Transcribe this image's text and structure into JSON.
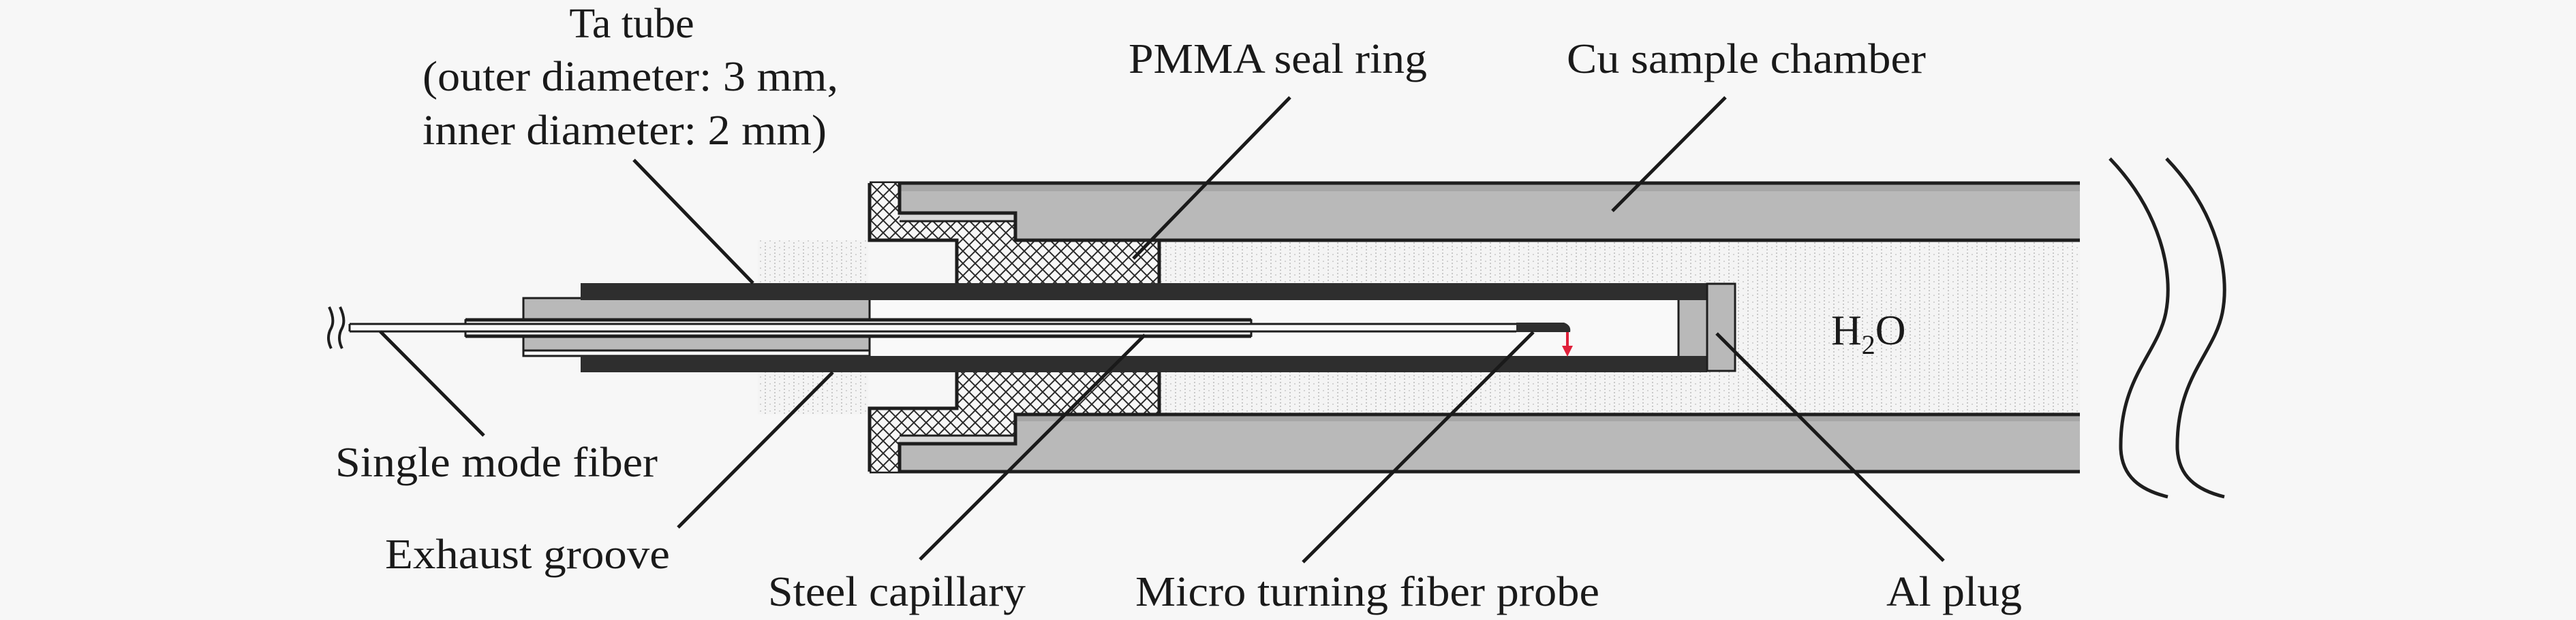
{
  "figure": {
    "description": "Cross-section schematic of fiber probe sample chamber assembly",
    "colors": {
      "background": "#f7f7f7",
      "metal_gray": "#b9b9b9",
      "ta_tube": "#2e2e2e",
      "outline": "#1e1e1e",
      "arrow": "#e0203a"
    }
  },
  "labels": {
    "ta_tube_line1": "Ta tube",
    "ta_tube_line2": "(outer diameter: 3 mm,",
    "ta_tube_line3": "inner diameter: 2 mm)",
    "pmma_seal_ring": "PMMA seal ring",
    "cu_sample_chamber": "Cu sample chamber",
    "water_main": "H",
    "water_sub": "2",
    "water_end": "O",
    "single_mode_fiber": "Single mode fiber",
    "exhaust_groove": "Exhaust groove",
    "steel_capillary": "Steel capillary",
    "micro_turning_fiber_probe": "Micro turning fiber probe",
    "al_plug": "Al plug"
  }
}
